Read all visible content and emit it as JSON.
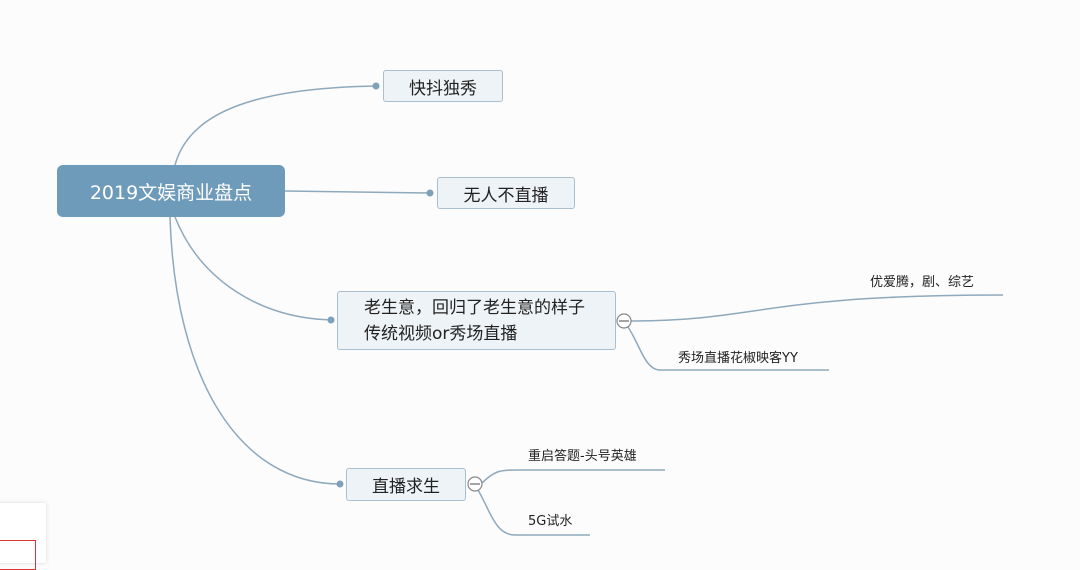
{
  "root": {
    "label": "2019文娱商业盘点"
  },
  "branches": [
    {
      "label": "快抖独秀"
    },
    {
      "label": "无人不直播"
    },
    {
      "lines": [
        "老生意，回归了老生意的样子",
        "传统视频or秀场直播"
      ],
      "children": [
        "优爱腾，剧、综艺",
        "秀场直播花椒映客YY"
      ]
    },
    {
      "label": "直播求生",
      "children": [
        "重启答题-头号英雄",
        "5G试水"
      ]
    }
  ],
  "colors": {
    "root": "#6f9bba",
    "line": "#8fa9bc",
    "node_bg": "#eef3f7"
  }
}
